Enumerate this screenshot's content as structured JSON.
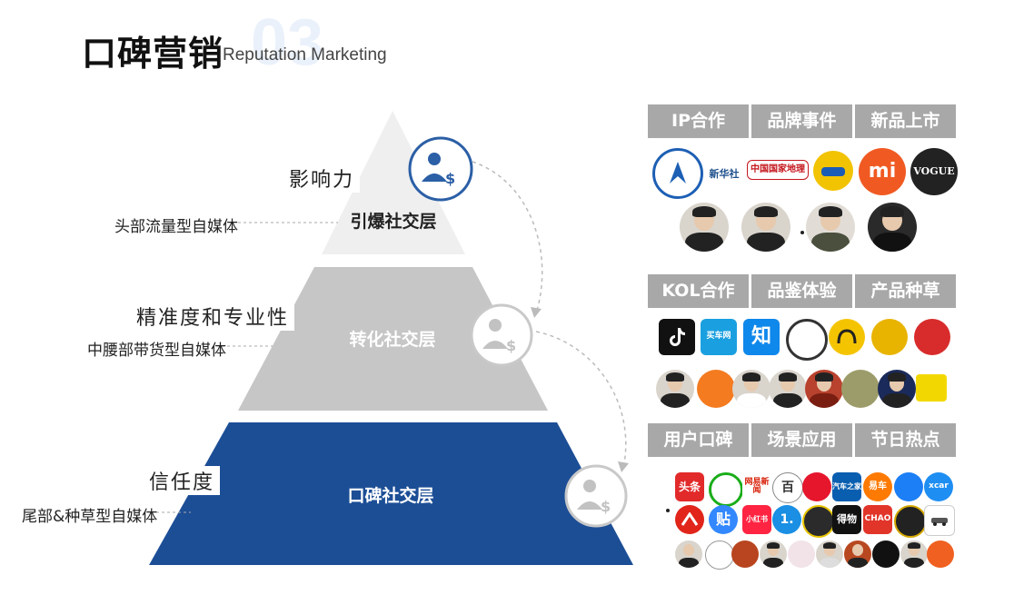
{
  "header": {
    "title": "口碑营销",
    "subtitle": "Reputation Marketing",
    "watermark": "03"
  },
  "pyramid": {
    "layers": [
      {
        "name": "引爆社交层",
        "color": "#efefef",
        "text_color": "#222222",
        "attribute": "影响力",
        "media": "头部流量型自媒体"
      },
      {
        "name": "转化社交层",
        "color": "#c6c6c6",
        "text_color": "#ffffff",
        "attribute": "精准度和专业性",
        "media": "中腰部带货型自媒体"
      },
      {
        "name": "口碑社交层",
        "color": "#1c4e96",
        "text_color": "#ffffff",
        "attribute": "信任度",
        "media": "尾部&种草型自媒体"
      }
    ],
    "icon": "business-person-dollar-icon"
  },
  "panel": {
    "groups": [
      {
        "headers": [
          "IP合作",
          "品牌事件",
          "新品上市"
        ],
        "logos_row1": [
          {
            "icon": "blue-emblem-logo",
            "color": "#1d5fb4"
          },
          {
            "icon": "xinhua-logo",
            "color": "#1d4f8c",
            "text": "新华社"
          },
          {
            "icon": "national-geography-logo",
            "color": "#c4161c",
            "text": "中国国家地理"
          },
          {
            "icon": "cartoon-yellow-logo",
            "color": "#f2c300"
          },
          {
            "icon": "mi-logo",
            "color": "#f05a22",
            "text": "mi"
          },
          {
            "icon": "vogue-logo",
            "color": "#222222",
            "text": "VOGUE"
          }
        ],
        "avatars": 4
      },
      {
        "headers": [
          "KOL合作",
          "品鉴体验",
          "产品种草"
        ],
        "logos_row1": [
          {
            "icon": "tiktok-logo",
            "color": "#111111"
          },
          {
            "icon": "maiche-logo",
            "color": "#1aa0e0",
            "text": "买车网"
          },
          {
            "icon": "zhihu-logo",
            "color": "#0f88eb",
            "text": "知"
          },
          {
            "icon": "circle-media-logo",
            "color": "#333333"
          },
          {
            "icon": "dongchedi-logo",
            "color": "#f5c400"
          },
          {
            "icon": "aijiyin-logo",
            "color": "#e8b400"
          },
          {
            "icon": "red-media-logo",
            "color": "#d82b2b"
          }
        ],
        "avatars": 8
      },
      {
        "headers": [
          "用户口碑",
          "场景应用",
          "节日热点"
        ],
        "logos_row1": [
          {
            "icon": "toutiao-logo",
            "color": "#e22a2a",
            "text": "头条"
          },
          {
            "icon": "tencent-news-logo",
            "color": "#1aad19"
          },
          {
            "icon": "netease-news-logo",
            "color": "#d81e06",
            "text": "网易新闻"
          },
          {
            "icon": "baidu-logo",
            "color": "#ffffff"
          },
          {
            "icon": "weibo-logo",
            "color": "#e6162d"
          },
          {
            "icon": "autohome-logo",
            "color": "#0a5eb0",
            "text": "汽车之家"
          },
          {
            "icon": "yiche-logo",
            "color": "#ff7a00",
            "text": "易车"
          },
          {
            "icon": "blue-round-logo",
            "color": "#1d7ff5"
          },
          {
            "icon": "xcar-logo",
            "color": "#1e8ef2",
            "text": "xcar"
          }
        ],
        "logos_row2": [
          {
            "icon": "red-arrow-logo",
            "color": "#e1251b"
          },
          {
            "icon": "tieba-logo",
            "color": "#3388ff",
            "text": "贴"
          },
          {
            "icon": "xiaohongshu-logo",
            "color": "#ff2442",
            "text": "小红书"
          },
          {
            "icon": "one-logo",
            "color": "#1a8fe3",
            "text": "1."
          },
          {
            "icon": "dark-yellow-logo",
            "color": "#2b2b2b"
          },
          {
            "icon": "dewu-logo",
            "color": "#111111",
            "text": "得物"
          },
          {
            "icon": "chao-logo",
            "color": "#e2352a",
            "text": "CHAO"
          },
          {
            "icon": "gold-round-logo",
            "color": "#222222"
          },
          {
            "icon": "car-logo",
            "color": "#ffffff"
          }
        ],
        "avatars": 10
      }
    ]
  }
}
